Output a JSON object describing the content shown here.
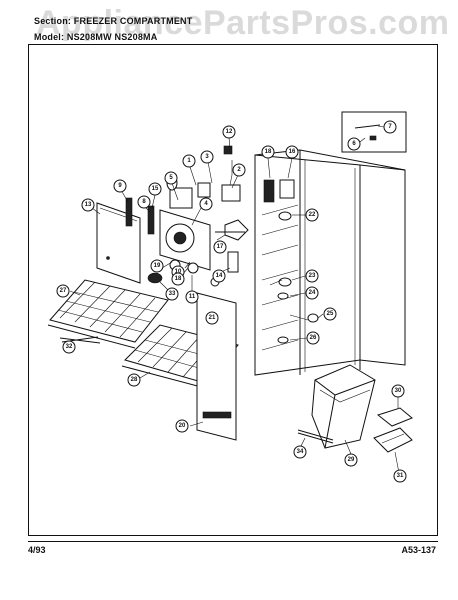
{
  "header": {
    "section": "Section:  FREEZER COMPARTMENT",
    "model": "Model:  NS208MW  NS208MA"
  },
  "watermark": "AppliancePartsPros.com",
  "footer": {
    "date": "4/93",
    "code": "A53-137"
  },
  "callouts": [
    "1",
    "2",
    "3",
    "4",
    "5",
    "6",
    "7",
    "8",
    "9",
    "10",
    "11",
    "12",
    "13",
    "14",
    "15",
    "16",
    "17",
    "18",
    "19",
    "20",
    "21",
    "22",
    "23",
    "24",
    "25",
    "26",
    "27",
    "28",
    "29",
    "30",
    "31",
    "32",
    "33",
    "34"
  ]
}
